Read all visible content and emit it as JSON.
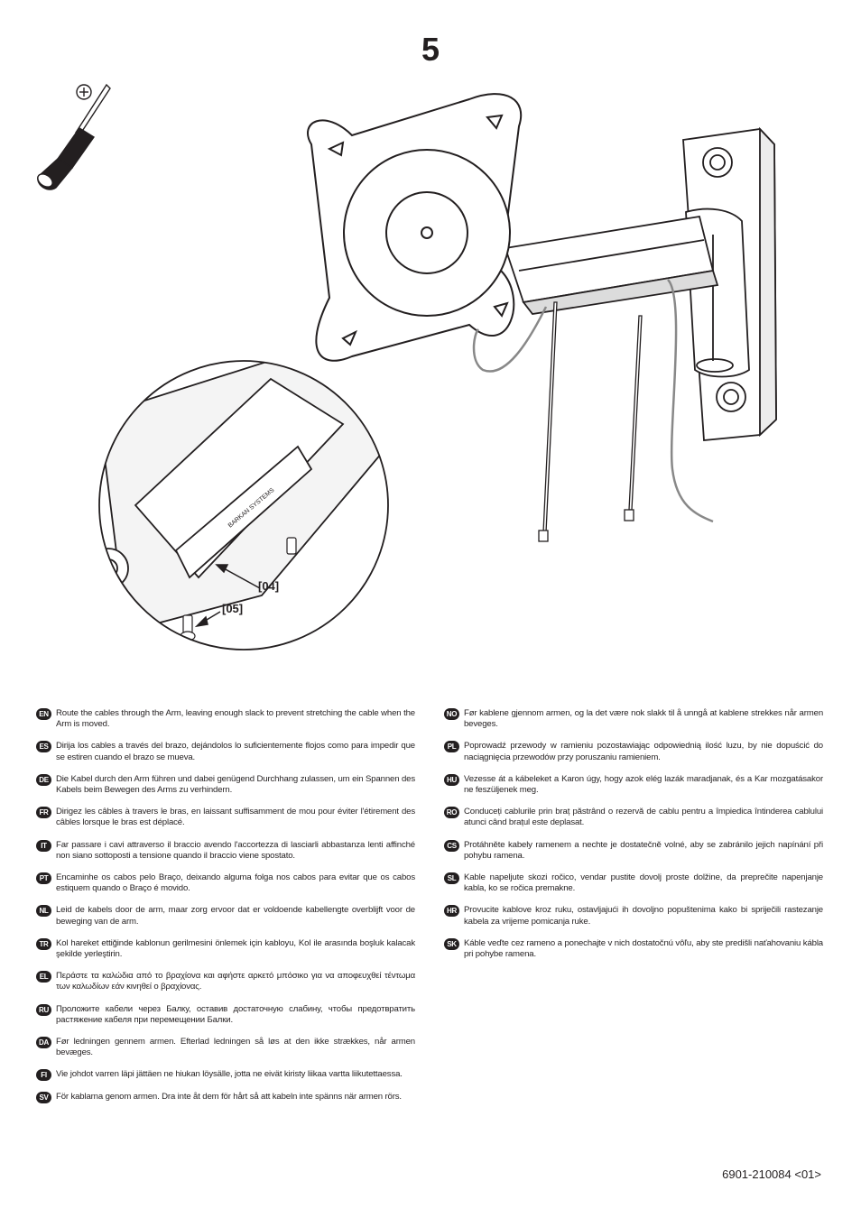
{
  "step": {
    "number": "5"
  },
  "callouts": {
    "bracket": "[04]",
    "screw": "[05]"
  },
  "brand_mark": "BARKAN SYSTEMS",
  "icons": {
    "tool": "phillips-screwdriver-icon"
  },
  "instructions": {
    "left": [
      {
        "lang": "EN",
        "text": "Route the cables through the Arm, leaving enough slack to prevent stretching the cable when the Arm is moved."
      },
      {
        "lang": "ES",
        "text": "Dirija los cables a través del brazo, dejándolos lo suficientemente flojos como para impedir que se estiren cuando el brazo se mueva."
      },
      {
        "lang": "DE",
        "text": "Die Kabel durch den Arm führen und dabei genügend Durchhang zulassen, um ein Spannen des Kabels beim Bewegen des Arms zu verhindern."
      },
      {
        "lang": "FR",
        "text": "Dirigez les câbles à travers le bras, en laissant suffisamment de mou pour éviter l'étirement des câbles lorsque le bras est déplacé."
      },
      {
        "lang": "IT",
        "text": "Far passare i cavi attraverso il braccio avendo l'accortezza di lasciarli abbastanza lenti affinché non siano sottoposti a tensione quando il braccio viene spostato."
      },
      {
        "lang": "PT",
        "text": "Encaminhe os cabos pelo Braço, deixando alguma folga nos cabos para evitar que os cabos estiquem quando o Braço é movido."
      },
      {
        "lang": "NL",
        "text": "Leid de kabels door de arm, maar zorg ervoor dat er voldoende kabellengte overblijft voor de beweging van de arm."
      },
      {
        "lang": "TR",
        "text": "Kol hareket ettiğinde kablonun gerilmesini önlemek için kabloyu, Kol ile arasında boşluk kalacak şekilde yerleştirin."
      },
      {
        "lang": "EL",
        "text": "Περάστε τα καλώδια από το βραχίονα και αφήστε αρκετό μπόσικο για να αποφευχθεί τέντωμα των καλωδίων εάν κινηθεί ο βραχίονας."
      },
      {
        "lang": "RU",
        "text": "Проложите кабели через Балку, оставив достаточную слабину, чтобы предотвратить растяжение кабеля при перемещении Балки."
      },
      {
        "lang": "DA",
        "text": "Før ledningen gennem armen. Efterlad ledningen så løs at den ikke strækkes, når armen bevæges."
      },
      {
        "lang": "FI",
        "text": "Vie johdot varren läpi jättäen ne hiukan löysälle, jotta ne eivät kiristy liikaa vartta liikutettaessa."
      },
      {
        "lang": "SV",
        "text": "För kablarna genom armen. Dra inte åt dem för hårt så att kabeln inte spänns när armen rörs."
      }
    ],
    "right": [
      {
        "lang": "NO",
        "text": "Før kablene gjennom armen, og la det være nok slakk til å unngå at kablene strekkes når armen beveges."
      },
      {
        "lang": "PL",
        "text": "Poprowadź przewody w ramieniu pozostawiając odpowiednią ilość luzu, by nie dopuścić do naciągnięcia przewodów przy poruszaniu ramieniem."
      },
      {
        "lang": "HU",
        "text": "Vezesse át a kábeleket a Karon úgy, hogy azok elég lazák maradjanak, és a Kar mozgatásakor ne feszüljenek meg."
      },
      {
        "lang": "RO",
        "text": "Conduceți cablurile prin braț păstrând o rezervă de cablu pentru a împiedica întinderea cablului atunci când brațul este deplasat."
      },
      {
        "lang": "CS",
        "text": "Protáhněte kabely ramenem a nechte je dostatečně volné, aby se zabránilo jejich napínání při pohybu ramena."
      },
      {
        "lang": "SL",
        "text": "Kable napeljute skozi ročico, vendar pustite dovolj proste dolžine, da preprečite napenjanje kabla, ko se ročica premakne."
      },
      {
        "lang": "HR",
        "text": "Provucite kablove kroz ruku, ostavljajući ih dovoljno popuštenima kako bi spriječili rastezanje kabela za vrijeme pomicanja ruke."
      },
      {
        "lang": "SK",
        "text": "Káble veďte cez rameno a ponechajte v nich dostatočnú vôľu, aby ste predišli naťahovaniu kábla pri pohybe ramena."
      }
    ]
  },
  "footer": {
    "doc_code": "6901-210084 <01>"
  }
}
